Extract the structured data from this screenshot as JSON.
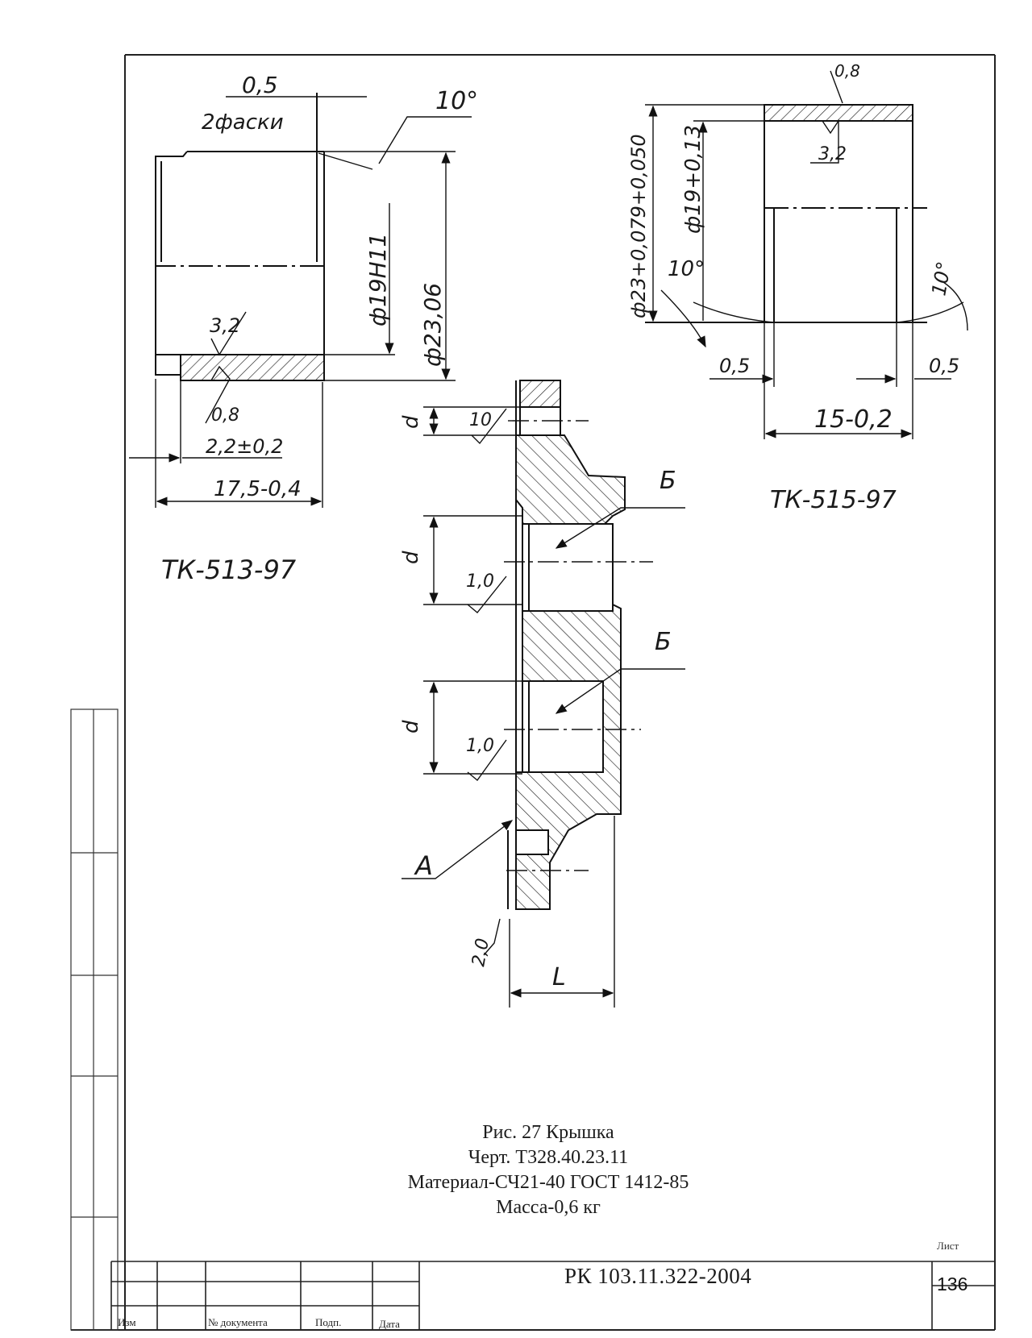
{
  "part1": {
    "chamfer_size": "0,5",
    "chamfer_note": "2фаски",
    "chamfer_angle": "10°",
    "roughness_top": "3,2",
    "roughness_bottom": "0,8",
    "bore_dim": "ф19Н11",
    "outer_dim": "ф23,06",
    "step_dim": "2,2±0,2",
    "length_dim": "17,5-0,4",
    "label": "ТК-513-97"
  },
  "part2": {
    "roughness_top": "0,8",
    "roughness_inner": "3,2",
    "bore_dim": "ф19+0,13",
    "outer_dim": "ф23+0,079+0,050",
    "angle_left": "10°",
    "angle_right": "10°",
    "chamfer_left": "0,5",
    "chamfer_right": "0,5",
    "length_dim": "15-0,2",
    "label": "ТК-515-97"
  },
  "part3": {
    "dim_d_top": "d",
    "dim_d_mid": "d",
    "dim_d_bottom": "d",
    "roughness_top": "10",
    "roughness_mid": "1,0",
    "roughness_bottom": "1,0",
    "view_b_1": "Б",
    "view_b_2": "Б",
    "view_a": "А",
    "roughness_face": "2,0",
    "dim_l": "L"
  },
  "caption": {
    "line1": "Рис. 27  Крышка",
    "line2": "Черт. Т328.40.23.11",
    "line3": "Материал-СЧ21-40 ГОСТ 1412-85",
    "line4": "Масса-0,6 кг"
  },
  "title_block": {
    "col_izm": "Изм",
    "col_doc": "№ документа",
    "col_sign": "Подп.",
    "col_date": "Дата",
    "doc_code": "РК 103.11.322-2004",
    "sheet_label": "Лист",
    "sheet_number": "136"
  }
}
